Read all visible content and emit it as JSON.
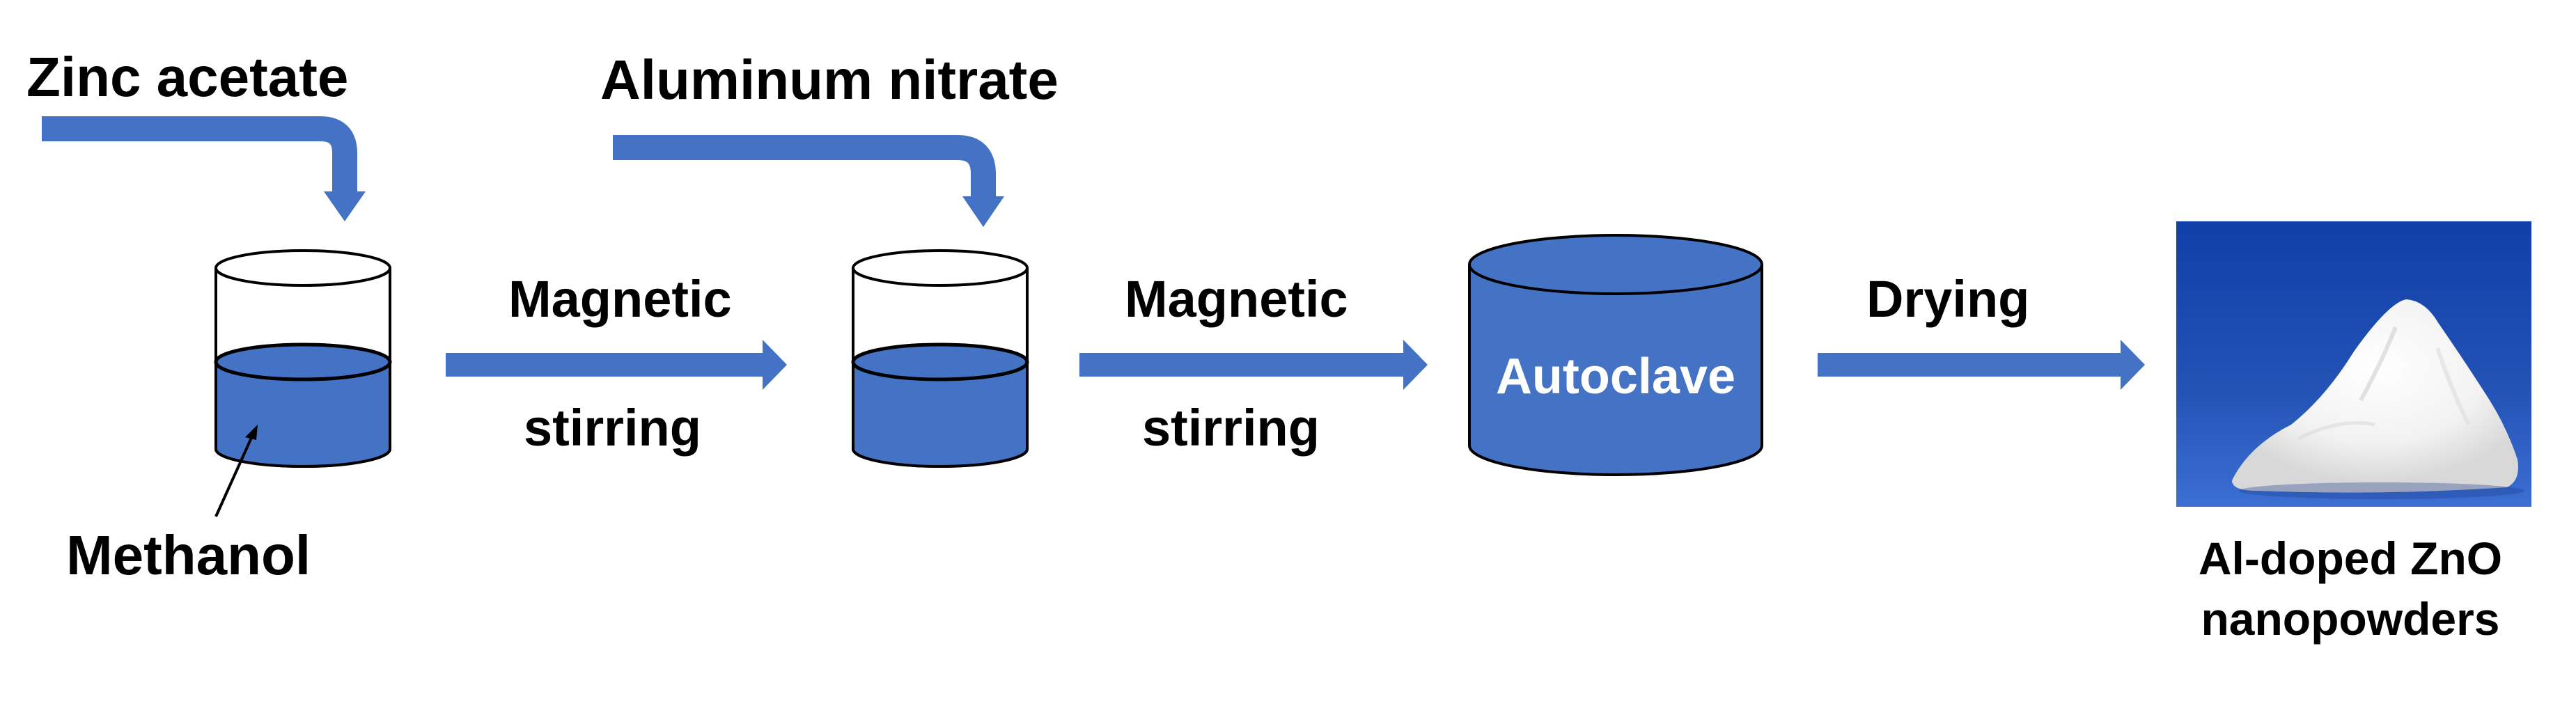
{
  "colors": {
    "liquid": "#4472C4",
    "arrow": "#4472C4",
    "outline": "#000000",
    "text": "#000000",
    "autoclave_text": "#ffffff",
    "powder_bg": "#2453B6",
    "powder": "#F4F4F4"
  },
  "labels": {
    "zinc_acetate": "Zinc acetate",
    "aluminum_nitrate": "Aluminum nitrate",
    "methanol": "Methanol",
    "step1_line1": "Magnetic",
    "step1_line2": "stirring",
    "step2_line1": "Magnetic",
    "step2_line2": "stirring",
    "autoclave": "Autoclave",
    "drying": "Drying",
    "product_line1": "Al-doped ZnO",
    "product_line2": "nanopowders"
  },
  "icons": {
    "beaker": "beaker-icon",
    "autoclave": "autoclave-icon",
    "powder": "powder-photo"
  }
}
